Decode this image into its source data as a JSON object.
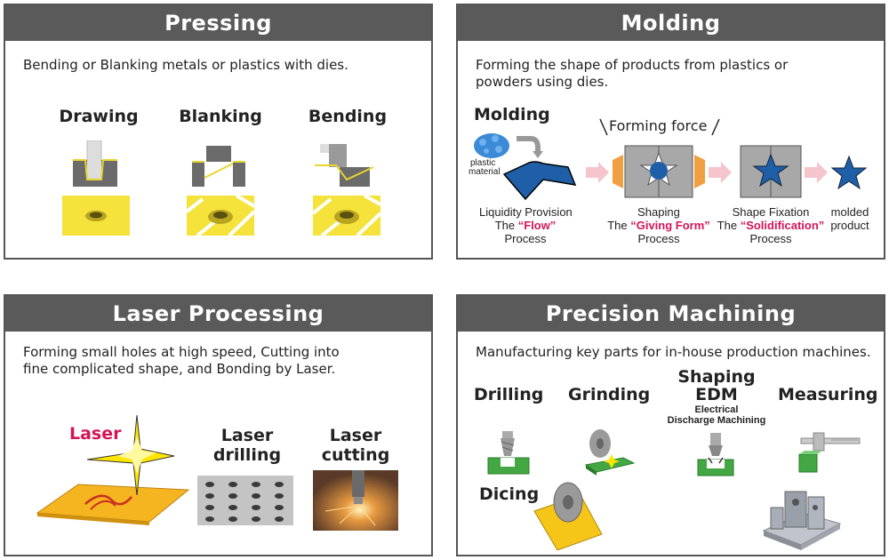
{
  "pressing": {
    "title": "Pressing",
    "description": "Bending or Blanking metals or plastics with dies.",
    "items": [
      "Drawing",
      "Blanking",
      "Bending"
    ]
  },
  "molding": {
    "title": "Molding",
    "description_line1": "Forming the shape of products from plastics or",
    "description_line2": "powders using dies.",
    "sub_title": "Molding",
    "plastic_material_1": "plastic",
    "plastic_material_2": "material",
    "forming_force": "Forming force",
    "stages": [
      {
        "line1": "Liquidity Provision",
        "pre": "The ",
        "key": "“Flow”",
        "line3": "Process"
      },
      {
        "line1": "Shaping",
        "pre": "The ",
        "key": "“Giving Form”",
        "line3": "Process"
      },
      {
        "line1": "Shape Fixation",
        "pre": "The ",
        "key": "“Solidification”",
        "line3": "Process"
      }
    ],
    "product_1": "molded",
    "product_2": "product"
  },
  "laser": {
    "title": "Laser Processing",
    "description_line1": "Forming small holes at high speed, Cutting into",
    "description_line2": "fine complicated shape, and Bonding by Laser.",
    "laser_label": "Laser",
    "drilling_1": "Laser",
    "drilling_2": "drilling",
    "cutting_1": "Laser",
    "cutting_2": "cutting"
  },
  "machining": {
    "title": "Precision Machining",
    "description": "Manufacturing key parts for in-house production machines.",
    "drilling": "Drilling",
    "grinding": "Grinding",
    "shaping_1": "Shaping",
    "shaping_2": "EDM",
    "edm_note_1": "Electrical",
    "edm_note_2": "Discharge Machining",
    "measuring": "Measuring",
    "dicing": "Dicing"
  },
  "colors": {
    "header": "#5a5a5a",
    "yellow": "#f5e23a",
    "accent_red": "#d4145a",
    "mold_blue": "#1f5fa8",
    "green": "#43a843"
  }
}
